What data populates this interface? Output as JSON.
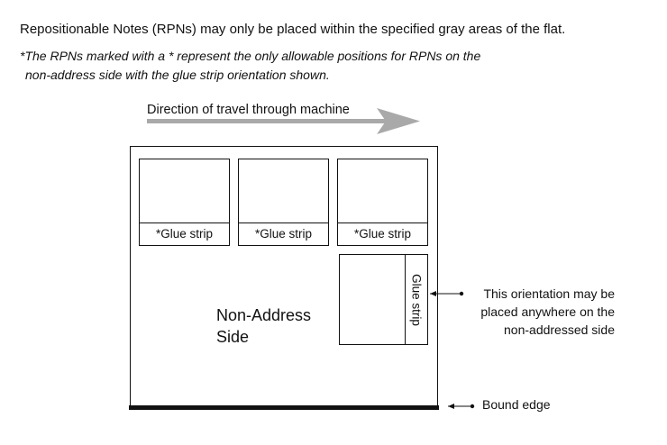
{
  "intro": "Repositionable Notes (RPNs) may only be placed within the specified gray areas of the flat.",
  "note_lines": [
    "*The RPNs marked with a * represent the only allowable positions for RPNs on the",
    "non-address side with the glue strip orientation shown."
  ],
  "direction_label": "Direction of travel through machine",
  "colors": {
    "arrow": "#a9a9a9",
    "lines": "#111111",
    "background": "#ffffff"
  },
  "rpns_top": [
    {
      "strip_label": "*Glue strip"
    },
    {
      "strip_label": "*Glue strip"
    },
    {
      "strip_label": "*Glue strip"
    }
  ],
  "rpn_vertical": {
    "strip_label": "Glue strip"
  },
  "side_label": [
    "Non-Address",
    "Side"
  ],
  "callout_orientation": [
    "This orientation may be",
    "placed anywhere on the",
    "non-addressed side"
  ],
  "callout_bound": "Bound edge"
}
